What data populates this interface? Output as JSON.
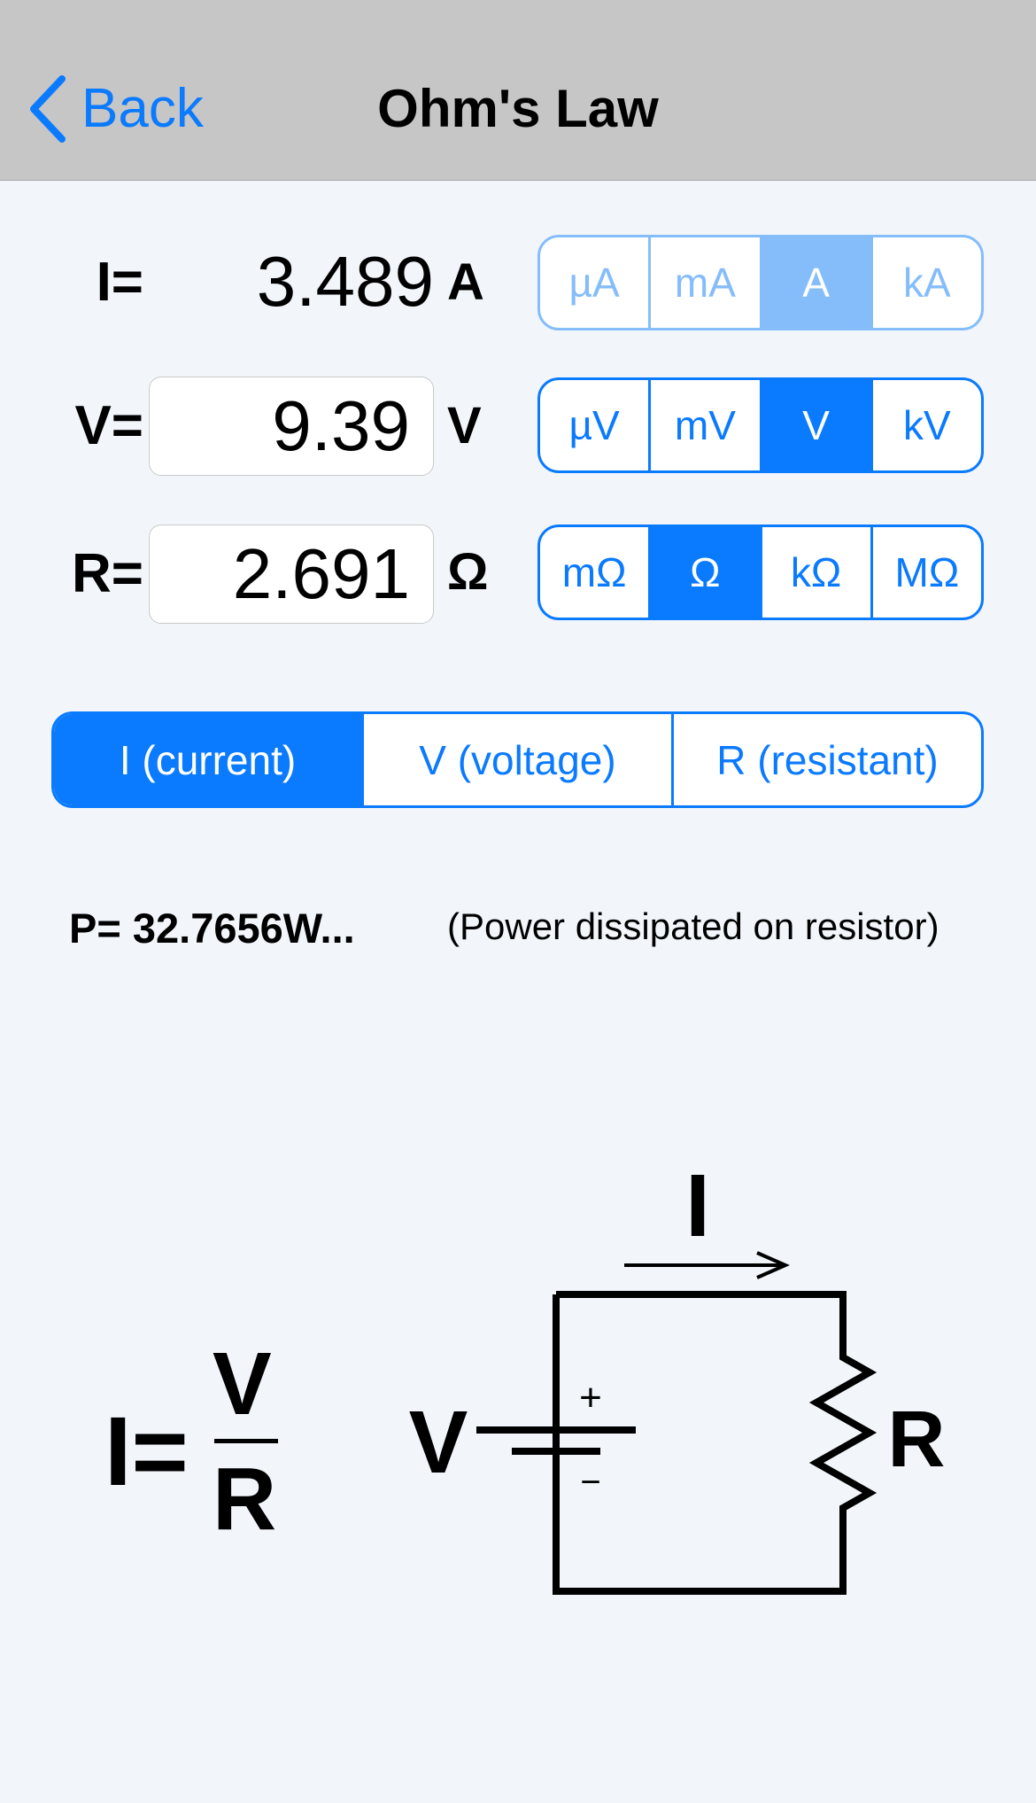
{
  "nav": {
    "back_label": "Back",
    "title": "Ohm's Law"
  },
  "rows": {
    "current": {
      "label": "I=",
      "value": "3.489",
      "unit": "A",
      "units": [
        "µA",
        "mA",
        "A",
        "kA"
      ],
      "selected": "A",
      "enabled": false
    },
    "voltage": {
      "label": "V=",
      "value": "9.39",
      "unit": "V",
      "units": [
        "µV",
        "mV",
        "V",
        "kV"
      ],
      "selected": "V",
      "enabled": true
    },
    "resistance": {
      "label": "R=",
      "value": "2.691",
      "unit": "Ω",
      "units": [
        "mΩ",
        "Ω",
        "kΩ",
        "MΩ"
      ],
      "selected": "Ω",
      "enabled": true
    }
  },
  "solve_for": {
    "options": [
      "I (current)",
      "V (voltage)",
      "R (resistant)"
    ],
    "selected": "I (current)"
  },
  "power": {
    "value_text": "P= 32.7656W...",
    "note": "(Power dissipated on resistor)"
  },
  "formula": {
    "lhs": "I=",
    "numerator": "V",
    "denominator": "R"
  },
  "circuit": {
    "current_label": "I",
    "voltage_label": "V",
    "resistor_label": "R",
    "plus": "+",
    "minus": "−"
  },
  "colors": {
    "accent": "#0a7aff",
    "accent_disabled": "#85bdfb",
    "nav_bg": "#c6c6c6",
    "bg": "#f2f6fb"
  },
  "icons": {
    "back": "chevron-left-icon"
  }
}
